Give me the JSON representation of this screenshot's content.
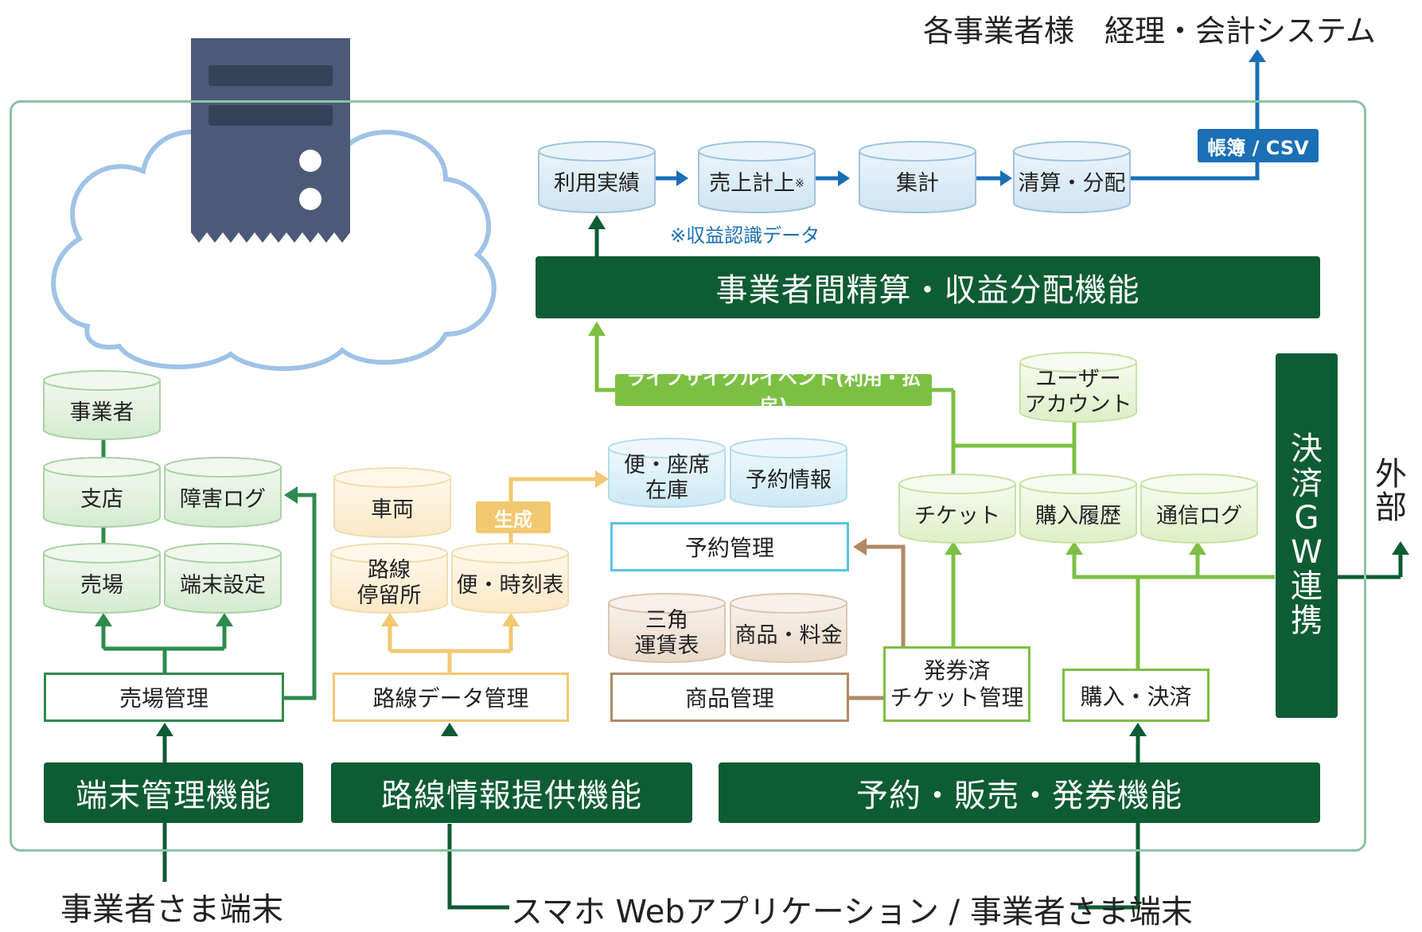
{
  "title": {
    "text": "各事業者様　経理・会計システム"
  },
  "functions": {
    "settlement": "事業者間精算・収益分配機能",
    "terminal": "端末管理機能",
    "route": "路線情報提供機能",
    "reservation": "予約・販売・発券機能"
  },
  "flow": {
    "usage": "利用実績",
    "sales": "売上計上",
    "sales_mark": "※",
    "aggregate": "集計",
    "clearing": "清算・分配",
    "ledger_tag": "帳簿 / CSV",
    "note": "※収益認識データ"
  },
  "lifecycle_tag": "ライフサイクルイベント(利用・払戻)",
  "terminal_db": {
    "operator": "事業者",
    "branch": "支店",
    "fault_log": "障害ログ",
    "store": "売場",
    "terminal_settings": "端末設定",
    "store_mgmt": "売場管理"
  },
  "route_db": {
    "vehicle": "車両",
    "stops": "路線\n停留所",
    "timetable": "便・時刻表",
    "generate_tag": "生成",
    "route_mgmt": "路線データ管理"
  },
  "reserve_db": {
    "seat_stock": "便・座席\n在庫",
    "reservation_info": "予約情報",
    "reservation_mgmt": "予約管理",
    "fare_table": "三角\n運賃表",
    "product_price": "商品・料金",
    "product_mgmt": "商品管理"
  },
  "ticket_db": {
    "user_account": "ユーザー\nアカウント",
    "ticket": "チケット",
    "purchase_history": "購入履歴",
    "comm_log": "通信ログ",
    "issued_ticket_mgmt": "発券済\nチケット管理",
    "purchase_payment": "購入・決済"
  },
  "payment_gw": [
    "決",
    "済",
    "G",
    "W",
    "連",
    "携"
  ],
  "external": [
    "外",
    "部"
  ],
  "captions": {
    "terminal_client": "事業者さま端末",
    "app_client": "スマホ Webアプリケーション / 事業者さま端末"
  },
  "colors": {
    "dark_green": "#0e5c34",
    "green_line": "#2e8b4e",
    "lime": "#7cc043",
    "yellow": "#f2c870",
    "cyan": "#5bc3e3",
    "brown": "#b08a66",
    "blue": "#1a6fb5",
    "frame": "#8cc4a2"
  },
  "icons": [
    "server-icon",
    "cloud-icon"
  ]
}
